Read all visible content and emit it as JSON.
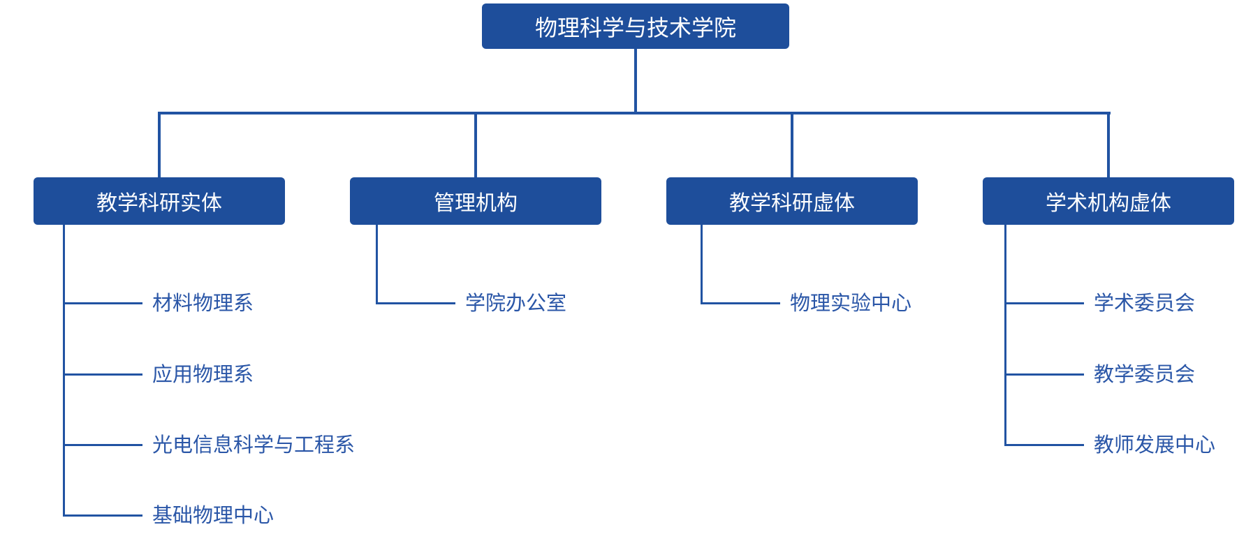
{
  "colors": {
    "box_fill": "#1e4e9b",
    "box_text": "#ffffff",
    "line": "#2153a2",
    "leaf_text": "#2a56a7",
    "page_bg": "#ffffff"
  },
  "chart": {
    "type": "org-tree",
    "root": {
      "label": "物理科学与技术学院"
    },
    "branches": [
      {
        "label": "教学科研实体",
        "leaves": [
          "材料物理系",
          "应用物理系",
          "光电信息科学与工程系",
          "基础物理中心"
        ]
      },
      {
        "label": "管理机构",
        "leaves": [
          "学院办公室"
        ]
      },
      {
        "label": "教学科研虚体",
        "leaves": [
          "物理实验中心"
        ]
      },
      {
        "label": "学术机构虚体",
        "leaves": [
          "学术委员会",
          "教学委员会",
          "教师发展中心"
        ]
      }
    ]
  }
}
